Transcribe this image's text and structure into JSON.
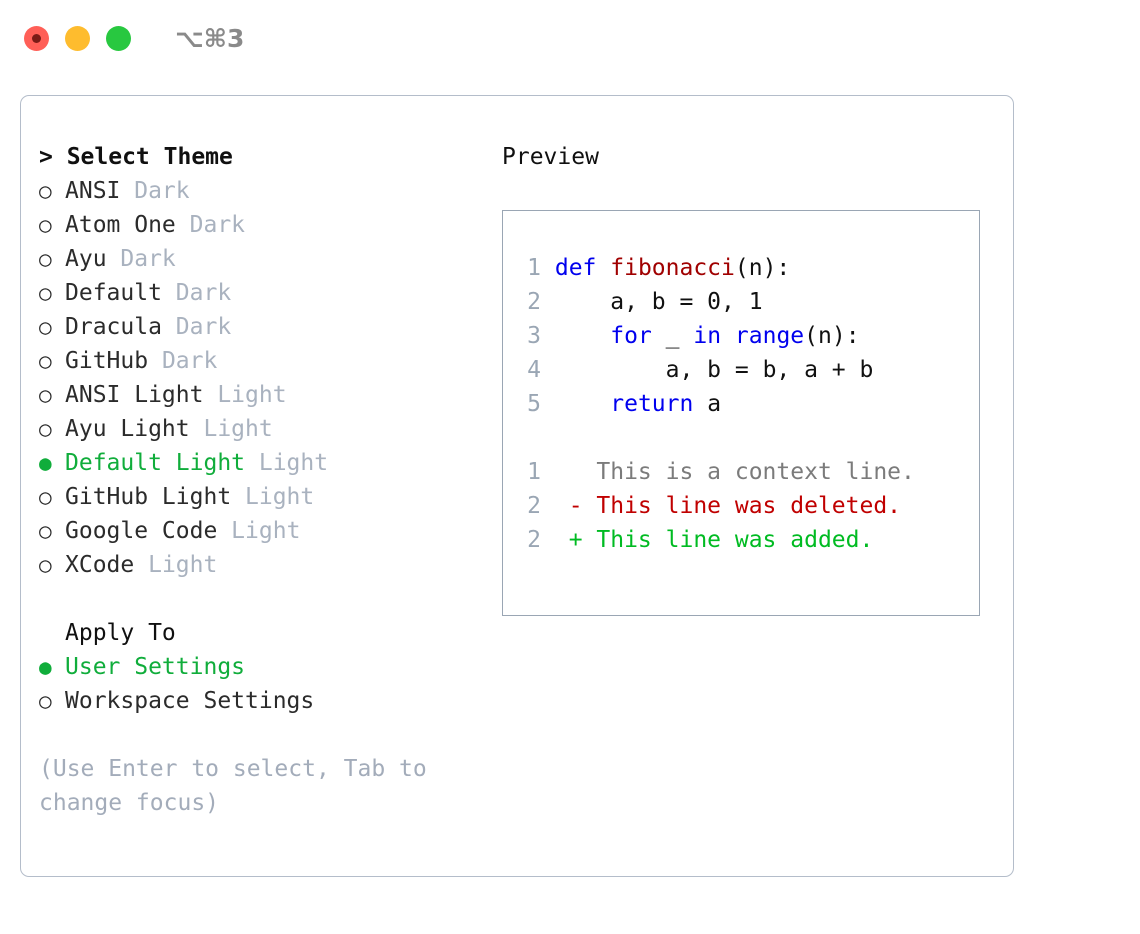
{
  "titlebar": {
    "shortcut": "⌥⌘3",
    "buttons": [
      {
        "name": "close",
        "color": "#ff5f57"
      },
      {
        "name": "minimize",
        "color": "#febc2e"
      },
      {
        "name": "zoom",
        "color": "#28c840"
      }
    ]
  },
  "theme_picker": {
    "title": "> Select Theme",
    "marker_unselected": "○",
    "marker_selected": "●",
    "accent_color": "#10ad3b",
    "muted_color": "#a9b2bf",
    "items": [
      {
        "label": "ANSI",
        "suffix": " Dark",
        "selected": false
      },
      {
        "label": "Atom One",
        "suffix": " Dark",
        "selected": false
      },
      {
        "label": "Ayu",
        "suffix": " Dark",
        "selected": false
      },
      {
        "label": "Default",
        "suffix": " Dark",
        "selected": false
      },
      {
        "label": "Dracula",
        "suffix": " Dark",
        "selected": false
      },
      {
        "label": "GitHub",
        "suffix": " Dark",
        "selected": false
      },
      {
        "label": "ANSI Light",
        "suffix": " Light",
        "selected": false
      },
      {
        "label": "Ayu Light",
        "suffix": " Light",
        "selected": false
      },
      {
        "label": "Default Light",
        "suffix": " Light",
        "selected": true
      },
      {
        "label": "GitHub Light",
        "suffix": " Light",
        "selected": false
      },
      {
        "label": "Google Code",
        "suffix": " Light",
        "selected": false
      },
      {
        "label": "XCode",
        "suffix": " Light",
        "selected": false
      }
    ]
  },
  "apply_to": {
    "heading": "Apply To",
    "items": [
      {
        "label": "User Settings",
        "selected": true
      },
      {
        "label": "Workspace Settings",
        "selected": false
      }
    ]
  },
  "hint": "(Use Enter to select, Tab to change focus)",
  "preview": {
    "title": "Preview",
    "code_lines": [
      {
        "num": "1",
        "tokens": [
          {
            "t": "def ",
            "c": "kw"
          },
          {
            "t": "fibonacci",
            "c": "fn"
          },
          {
            "t": "(n):",
            "c": "pl"
          }
        ]
      },
      {
        "num": "2",
        "tokens": [
          {
            "t": "    a, b = 0, 1",
            "c": "pl"
          }
        ]
      },
      {
        "num": "3",
        "tokens": [
          {
            "t": "    ",
            "c": "pl"
          },
          {
            "t": "for",
            "c": "kw"
          },
          {
            "t": " _ ",
            "c": "pl"
          },
          {
            "t": "in",
            "c": "kw"
          },
          {
            "t": " ",
            "c": "pl"
          },
          {
            "t": "range",
            "c": "kw"
          },
          {
            "t": "(n):",
            "c": "pl"
          }
        ]
      },
      {
        "num": "4",
        "tokens": [
          {
            "t": "        a, b = b, a + b",
            "c": "pl"
          }
        ]
      },
      {
        "num": "5",
        "tokens": [
          {
            "t": "    ",
            "c": "pl"
          },
          {
            "t": "return",
            "c": "kw"
          },
          {
            "t": " a",
            "c": "pl"
          }
        ]
      }
    ],
    "diff_lines": [
      {
        "num": "1",
        "marker": " ",
        "text": "This is a context line.",
        "kind": "ctx"
      },
      {
        "num": "2",
        "marker": "-",
        "text": "This line was deleted.",
        "kind": "del"
      },
      {
        "num": "2",
        "marker": "+",
        "text": "This line was added.",
        "kind": "add"
      }
    ]
  }
}
